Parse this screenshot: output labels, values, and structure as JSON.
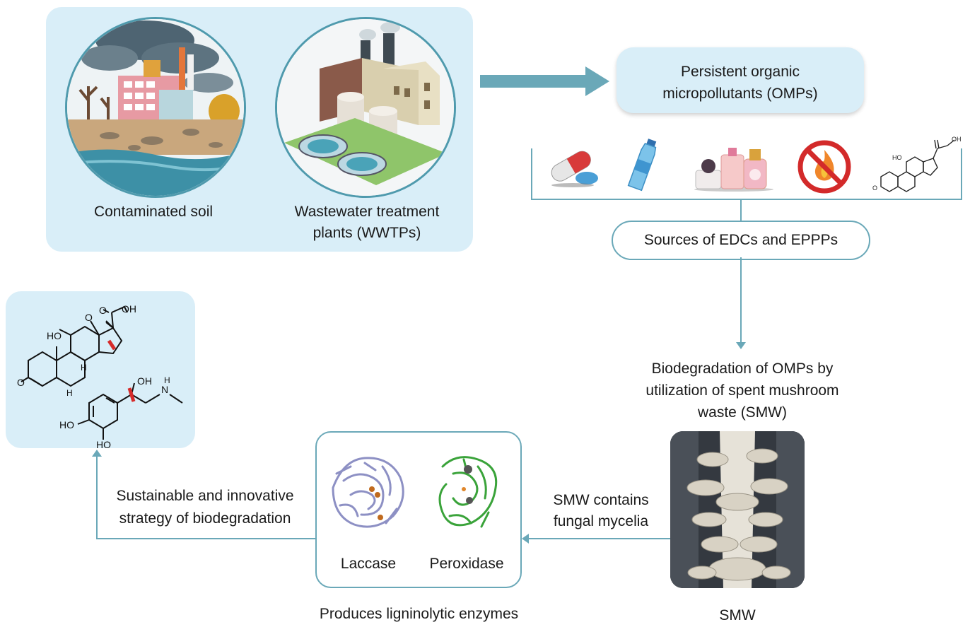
{
  "sources_panel": {
    "soil_label": "Contaminated soil",
    "wwtp_label_line1": "Wastewater treatment",
    "wwtp_label_line2": "plants (WWTPs)"
  },
  "omp_box": {
    "line1": "Persistent organic",
    "line2": "micropollutants (OMPs)"
  },
  "edc_box": {
    "label": "Sources of EDCs and EPPPs"
  },
  "source_icons": [
    "pills-icon",
    "water-bottle-icon",
    "cosmetics-icon",
    "flame-retardant-icon",
    "steroid-structure-icon"
  ],
  "biodeg": {
    "line1": "Biodegradation of OMPs by",
    "line2": "utilization of spent mushroom",
    "line3": "waste (SMW)"
  },
  "smw_caption": "SMW",
  "smw_arrow": {
    "line1": "SMW contains",
    "line2": "fungal mycelia"
  },
  "enzymes": {
    "laccase": "Laccase",
    "peroxidase": "Peroxidase",
    "caption": "Produces ligninolytic enzymes"
  },
  "strategy": {
    "line1": "Sustainable and innovative",
    "line2": "strategy of biodegradation"
  },
  "molecules": {
    "ho": "HO",
    "oh": "OH",
    "o": "O",
    "h": "H",
    "nh": "N",
    "nh_h": "H"
  },
  "colors": {
    "panel": "#d9eef8",
    "arrow": "#6aa8b8",
    "accent": "#4f9aad",
    "cleave": "#d62a2a"
  }
}
